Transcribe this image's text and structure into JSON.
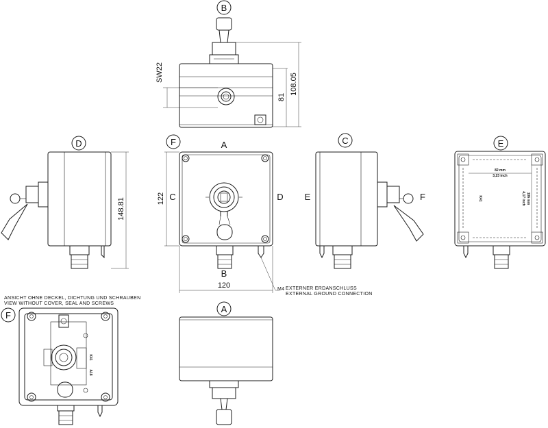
{
  "view_labels": {
    "b_top": "B",
    "f_front": "F",
    "a_front": "A",
    "c_left": "C",
    "d_right": "D",
    "b_bottom": "B",
    "d_view": "D",
    "c_view": "C",
    "e_left": "E",
    "f_right": "F",
    "e_view": "E",
    "f_inside": "F",
    "a_bottom": "A"
  },
  "dimensions": {
    "sw": "SW22",
    "h81": "81",
    "h108": "108.05",
    "side_height": "148.81",
    "width_122": "122",
    "width_120": "120",
    "e_width": "82 mm",
    "e_width_in": "3,23 inch",
    "e_height": "106 mm",
    "e_height_in": "4,17 inch"
  },
  "ground_note": {
    "m4": "M4",
    "line1": "EXTERNER ERDANSCHLUSS",
    "line2": "EXTERNAL GROUND CONNECTION"
  },
  "inside_note": {
    "line1": "ANSICHT OHNE DECKEL, DICHTUNG UND SCHRAUBEN",
    "line2": "VIEW WITHOUT COVER, SEAL AND SCREWS"
  },
  "part_labels": {
    "k1": "K41",
    "k2": "K41",
    "a18": "A18"
  }
}
